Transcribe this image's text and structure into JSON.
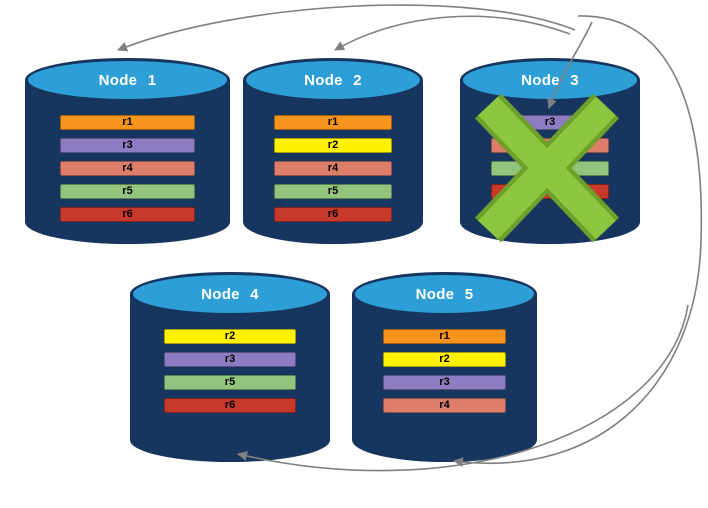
{
  "diagram": {
    "type": "database-replication-failure-diagram",
    "arrow_color": "#808080",
    "cylinder_style": {
      "body_color": "#16355F",
      "top_color": "#2E9FD6",
      "title_color": "#FFFFFF"
    },
    "failure_mark": {
      "on_node": "Node 3",
      "shape": "x-cross",
      "fill_color": "#8DC63F",
      "outline_color": "#6FA02B"
    },
    "record_colors": {
      "r1": "#F7941D",
      "r2": "#FFF100",
      "r3": "#8E7CC3",
      "r4": "#DD7E6B",
      "r5": "#93C47D",
      "r6": "#C7392B"
    },
    "nodes": [
      {
        "label": "Node 1",
        "failed": false,
        "records": [
          {
            "label": "r1",
            "color": "#F7941D"
          },
          {
            "label": "r3",
            "color": "#8E7CC3"
          },
          {
            "label": "r4",
            "color": "#DD7E6B"
          },
          {
            "label": "r5",
            "color": "#93C47D"
          },
          {
            "label": "r6",
            "color": "#C7392B"
          }
        ]
      },
      {
        "label": "Node 2",
        "failed": false,
        "records": [
          {
            "label": "r1",
            "color": "#F7941D"
          },
          {
            "label": "r2",
            "color": "#FFF100"
          },
          {
            "label": "r4",
            "color": "#DD7E6B"
          },
          {
            "label": "r5",
            "color": "#93C47D"
          },
          {
            "label": "r6",
            "color": "#C7392B"
          }
        ]
      },
      {
        "label": "Node 3",
        "failed": true,
        "records": [
          {
            "label": "r3",
            "color": "#8E7CC3"
          },
          {
            "label": "r4",
            "color": "#DD7E6B"
          },
          {
            "label": "r5",
            "color": "#93C47D"
          },
          {
            "label": "r6",
            "color": "#C7392B"
          }
        ]
      },
      {
        "label": "Node 4",
        "failed": false,
        "records": [
          {
            "label": "r2",
            "color": "#FFF100"
          },
          {
            "label": "r3",
            "color": "#8E7CC3"
          },
          {
            "label": "r5",
            "color": "#93C47D"
          },
          {
            "label": "r6",
            "color": "#C7392B"
          }
        ]
      },
      {
        "label": "Node 5",
        "failed": false,
        "records": [
          {
            "label": "r1",
            "color": "#F7941D"
          },
          {
            "label": "r2",
            "color": "#FFF100"
          },
          {
            "label": "r3",
            "color": "#8E7CC3"
          },
          {
            "label": "r4",
            "color": "#DD7E6B"
          }
        ]
      }
    ],
    "arrows": [
      {
        "from": "Node 3",
        "to": "Node 1"
      },
      {
        "from": "Node 3",
        "to": "Node 2"
      },
      {
        "from": "Node 3",
        "to": "Node 3"
      },
      {
        "from": "Node 3",
        "to": "Node 5"
      },
      {
        "from": "Node 3",
        "to": "Node 4"
      }
    ]
  }
}
